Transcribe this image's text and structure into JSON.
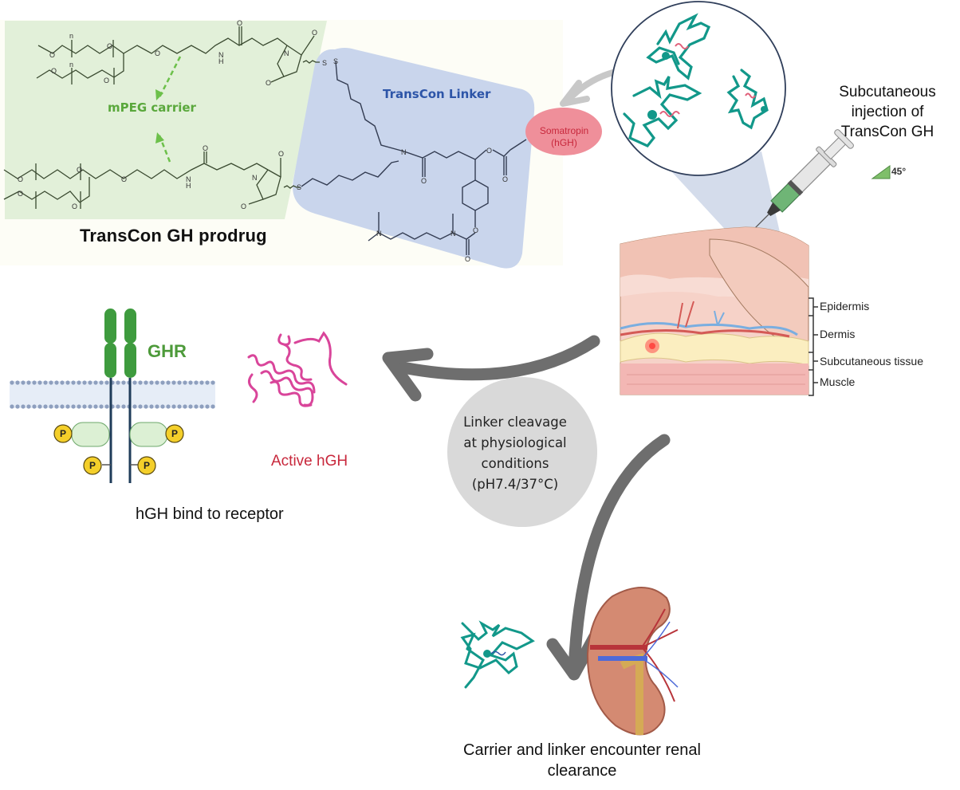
{
  "figure": {
    "prodrug": {
      "title": "TransCon GH prodrug",
      "carrier_label": "mPEG carrier",
      "linker_label": "TransCon Linker",
      "payload_label": "Somatropin (hGH)",
      "atoms": {
        "oxygen": "O",
        "nitrogen": "N",
        "sulfur": "S",
        "hydrogen": "H",
        "repeat": "n"
      }
    },
    "injection": {
      "label": "Subcutaneous injection of TransCon GH",
      "angle_label": "45°",
      "skin_layers": [
        "Epidermis",
        "Dermis",
        "Subcutaneous tissue",
        "Muscle"
      ]
    },
    "receptor": {
      "receptor_label": "GHR",
      "phospho_label": "P",
      "caption": "hGH bind to receptor"
    },
    "active_hormone": {
      "label": "Active hGH"
    },
    "cleavage": {
      "label": "Linker cleavage at physiological conditions (pH7.4/37°C)"
    },
    "clearance": {
      "label": "Carrier and linker encounter renal clearance"
    },
    "colors": {
      "carrier_panel": "#e2f0d9",
      "linker_panel": "#c9d5ec",
      "payload": "#ef8f9a",
      "polymer": "#12988a",
      "arrow": "#6e6e6e",
      "receptor": "#3e9b3e",
      "protein": "#d9459a"
    }
  }
}
